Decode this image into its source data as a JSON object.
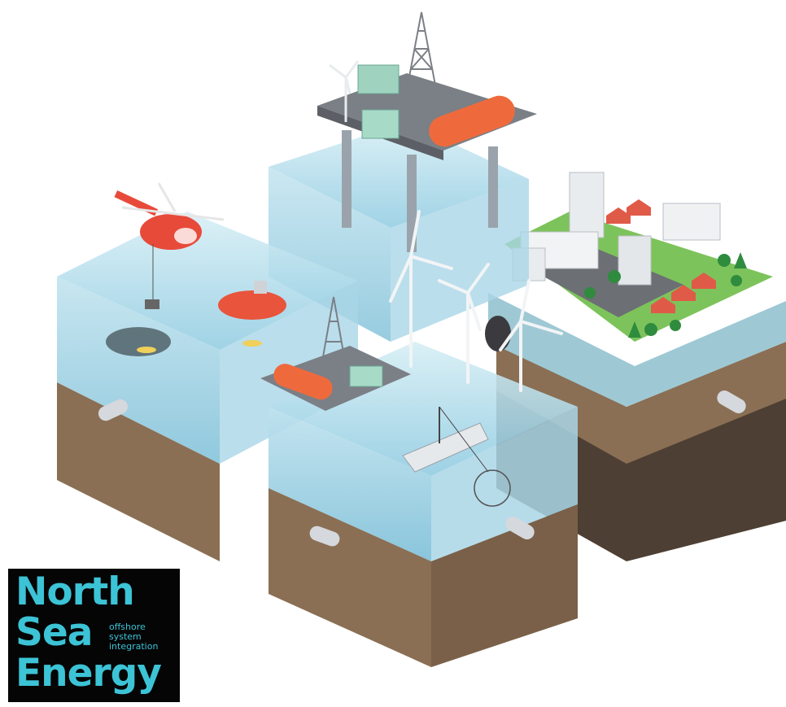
{
  "logo": {
    "words": [
      "North",
      "Sea",
      "Energy"
    ],
    "tagline": [
      "offshore",
      "system",
      "integration"
    ],
    "text_color": "#3cc3d6",
    "background_color": "#050506"
  },
  "illustration": {
    "elements": [
      "helicopter",
      "rescue-boat",
      "oil-platform",
      "wind-turbine",
      "fishing-boat",
      "city-island",
      "pipeline",
      "seabed"
    ]
  },
  "colors": {
    "water": "#bfe2ee",
    "soil": "#8a6f54",
    "dark_soil": "#4d3f33",
    "accent_orange": "#ee6a3d",
    "platform_gray": "#7b7f86",
    "grass": "#7dc35b"
  }
}
